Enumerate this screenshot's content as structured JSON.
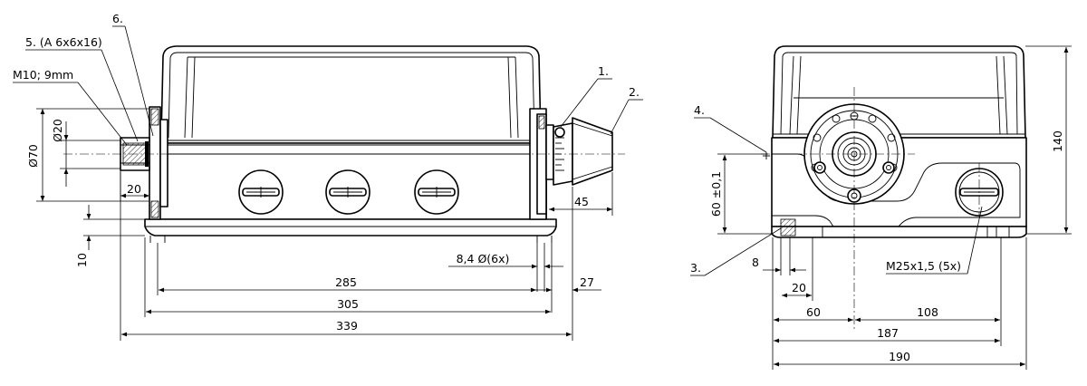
{
  "front_view": {
    "callouts": {
      "one": "1.",
      "two": "2.",
      "five": "5. (A 6x6x16)",
      "six": "6.",
      "thread": "M10; 9mm"
    },
    "dims": {
      "d70": "Ø70",
      "d20": "Ø20",
      "w20": "20",
      "h10": "10",
      "w45": "45",
      "holes": "8,4 Ø(6x)",
      "w27": "27",
      "w285": "285",
      "w305": "305",
      "w339": "339"
    }
  },
  "side_view": {
    "callouts": {
      "three": "3.",
      "four": "4."
    },
    "dims": {
      "h60": "60 ±0,1",
      "h140": "140",
      "w8": "8",
      "w20": "20",
      "w60": "60",
      "w108": "108",
      "w187": "187",
      "w190": "190",
      "thread": "M25x1,5 (5x)"
    }
  }
}
